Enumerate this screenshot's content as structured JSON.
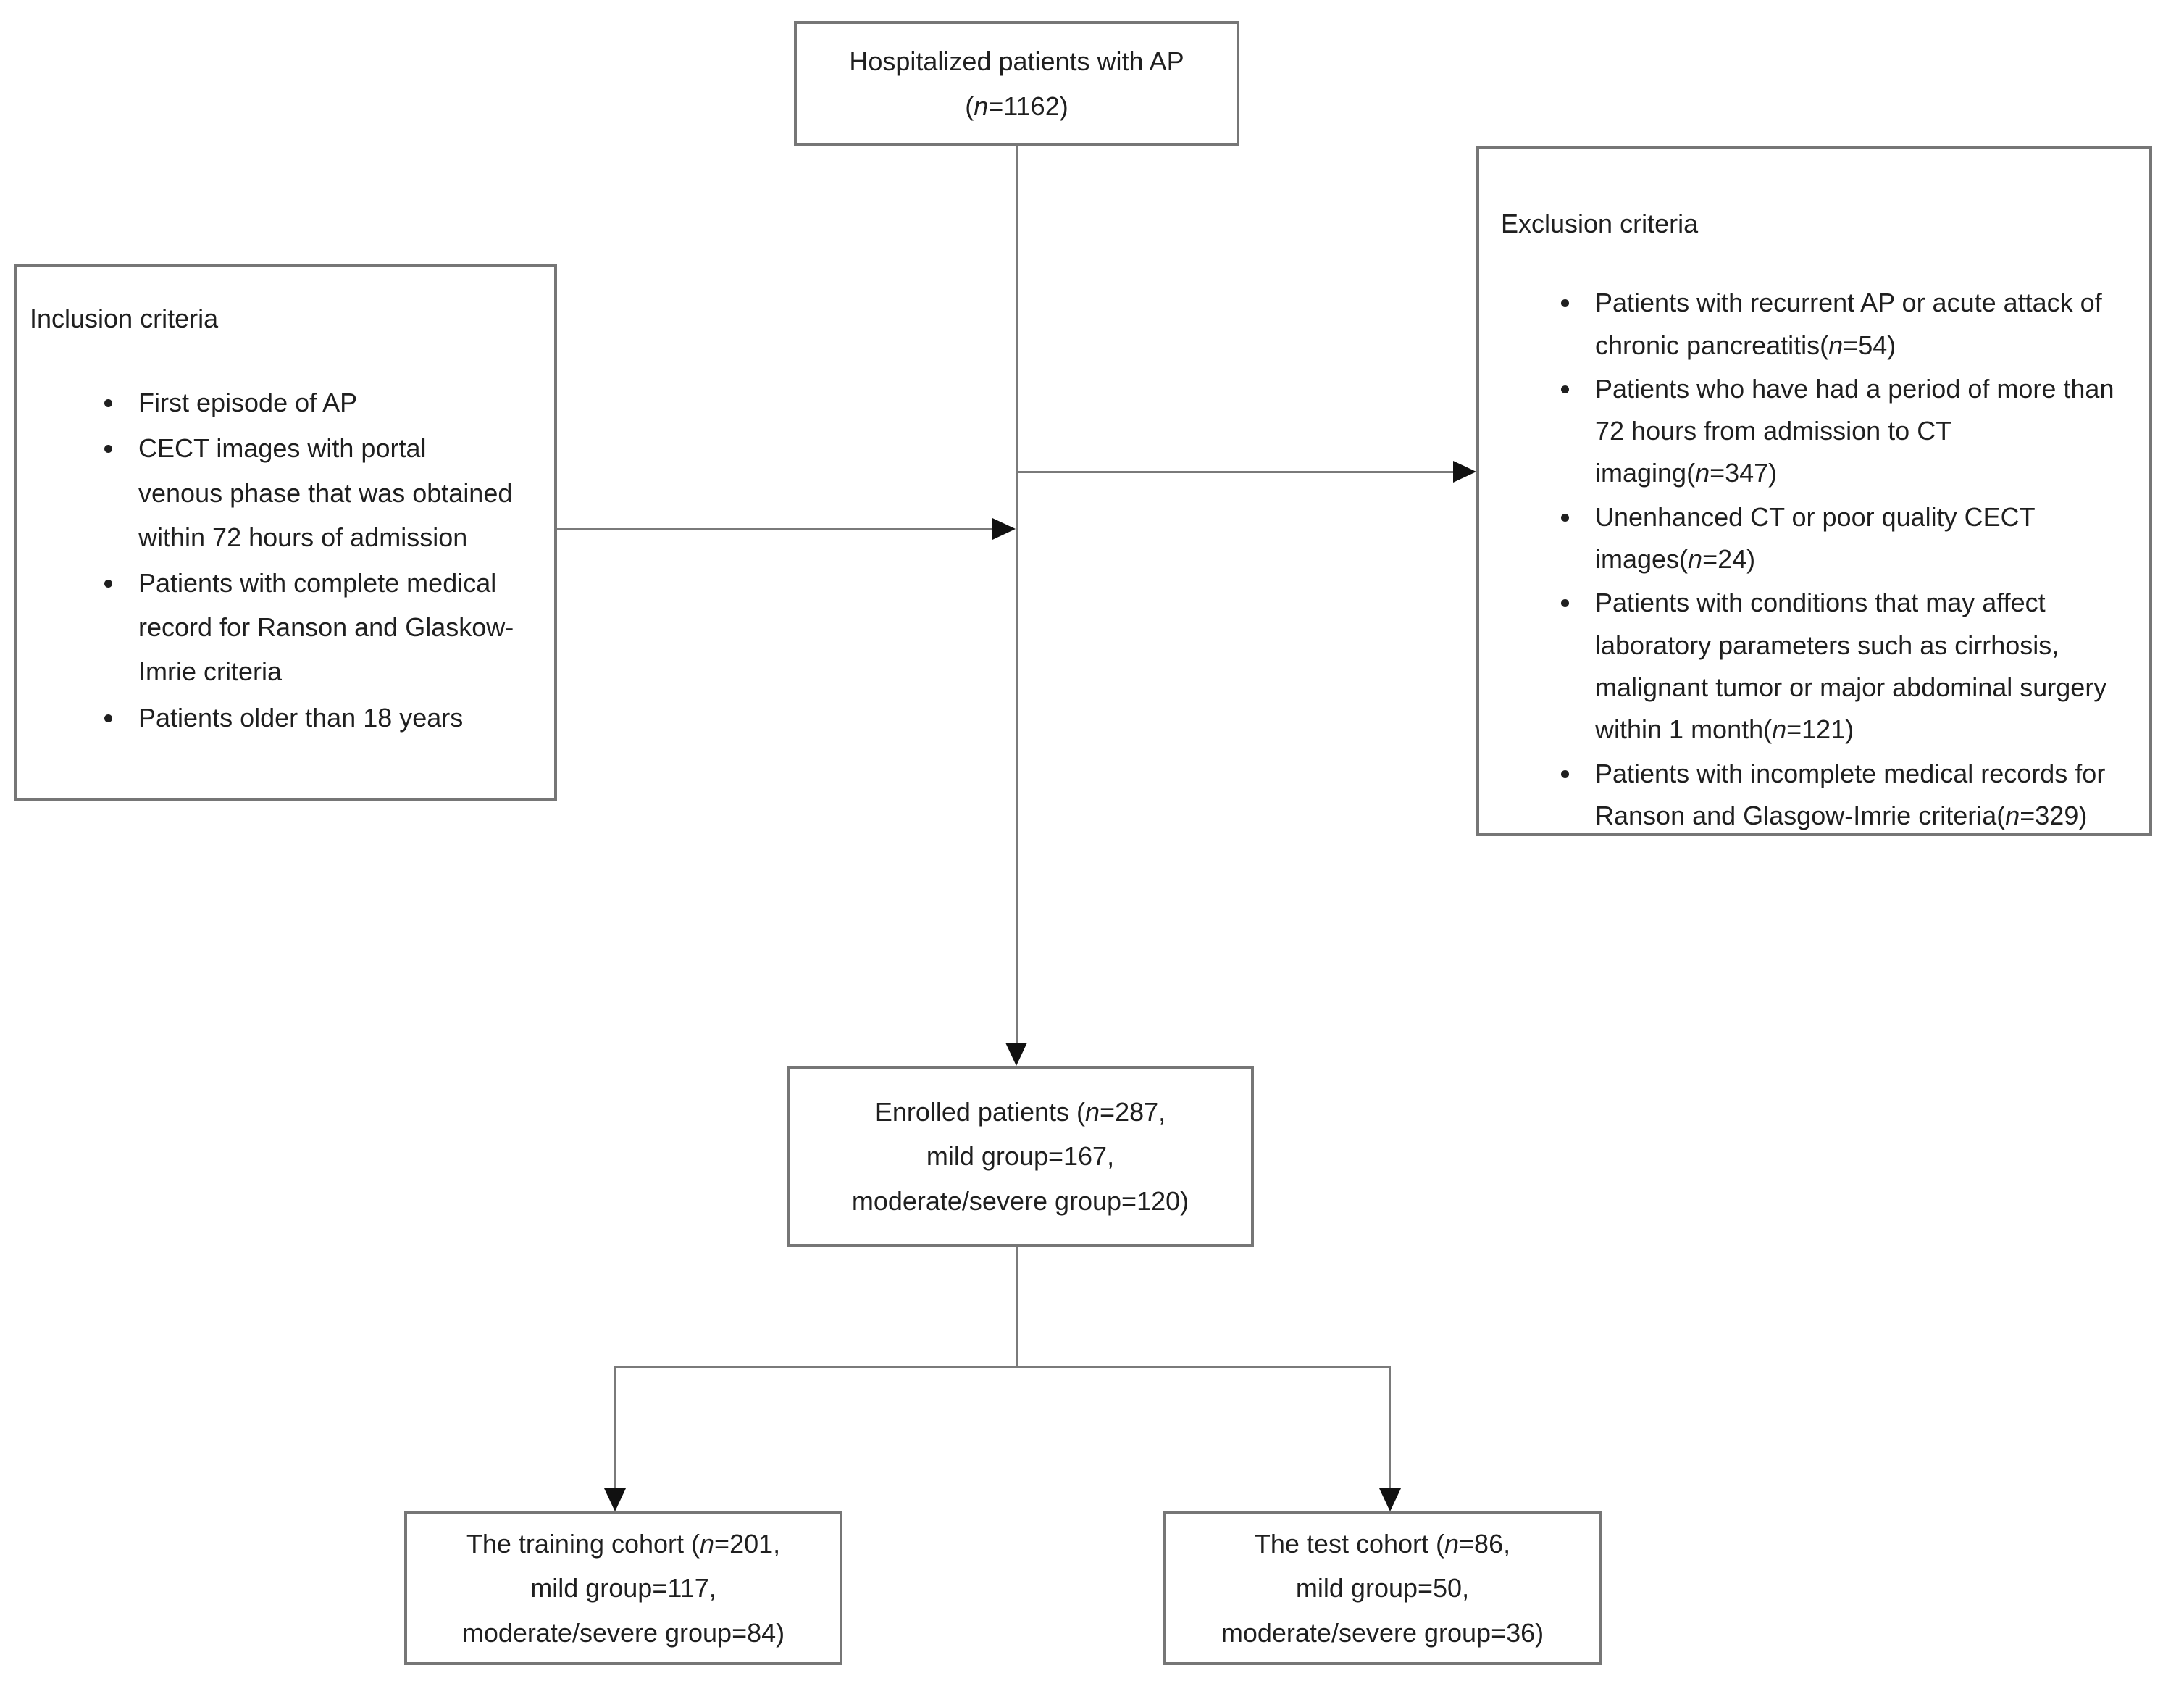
{
  "colors": {
    "box_border": "#767676",
    "connector": "#7a7a7a",
    "arrowhead": "#111111",
    "text": "#1f1f1f"
  },
  "boxes": {
    "hospitalized": {
      "lines": [
        {
          "pre": "Hospitalized patients with AP"
        },
        {
          "pre": "(",
          "n": "n",
          "post": "=1162)"
        }
      ]
    },
    "inclusion": {
      "title": "Inclusion criteria",
      "bullets": [
        {
          "pre": "First episode of AP"
        },
        {
          "pre": "CECT images with portal venous phase that was obtained within 72 hours of admission"
        },
        {
          "pre": "Patients with complete medical record for Ranson and Glaskow-Imrie criteria"
        },
        {
          "pre": "Patients older than 18 years"
        }
      ]
    },
    "exclusion": {
      "title": "Exclusion criteria",
      "bullets": [
        {
          "pre": "Patients with recurrent AP or acute attack of chronic pancreatitis(",
          "n": "n",
          "post": "=54)"
        },
        {
          "pre": "Patients who have had a period of more than 72 hours from admission to CT imaging(",
          "n": "n",
          "post": "=347)"
        },
        {
          "pre": "Unenhanced CT or poor quality CECT images(",
          "n": "n",
          "post": "=24)"
        },
        {
          "pre": "Patients with conditions that may affect laboratory parameters such as cirrhosis, malignant tumor or major abdominal surgery within 1 month(",
          "n": "n",
          "post": "=121)"
        },
        {
          "pre": "Patients with incomplete medical records for Ranson and Glasgow-Imrie criteria(",
          "n": "n",
          "post": "=329)"
        }
      ]
    },
    "enrolled": {
      "lines": [
        {
          "pre": "Enrolled patients (",
          "n": "n",
          "post": "=287,"
        },
        {
          "pre": "mild group=167,"
        },
        {
          "pre": "moderate/severe group=120)"
        }
      ]
    },
    "training": {
      "lines": [
        {
          "pre": "The training cohort (",
          "n": "n",
          "post": "=201,"
        },
        {
          "pre": "mild group=117,"
        },
        {
          "pre": "moderate/severe group=84)"
        }
      ]
    },
    "test": {
      "lines": [
        {
          "pre": "The test cohort (",
          "n": "n",
          "post": "=86,"
        },
        {
          "pre": "mild group=50,"
        },
        {
          "pre": "moderate/severe group=36)"
        }
      ]
    }
  }
}
